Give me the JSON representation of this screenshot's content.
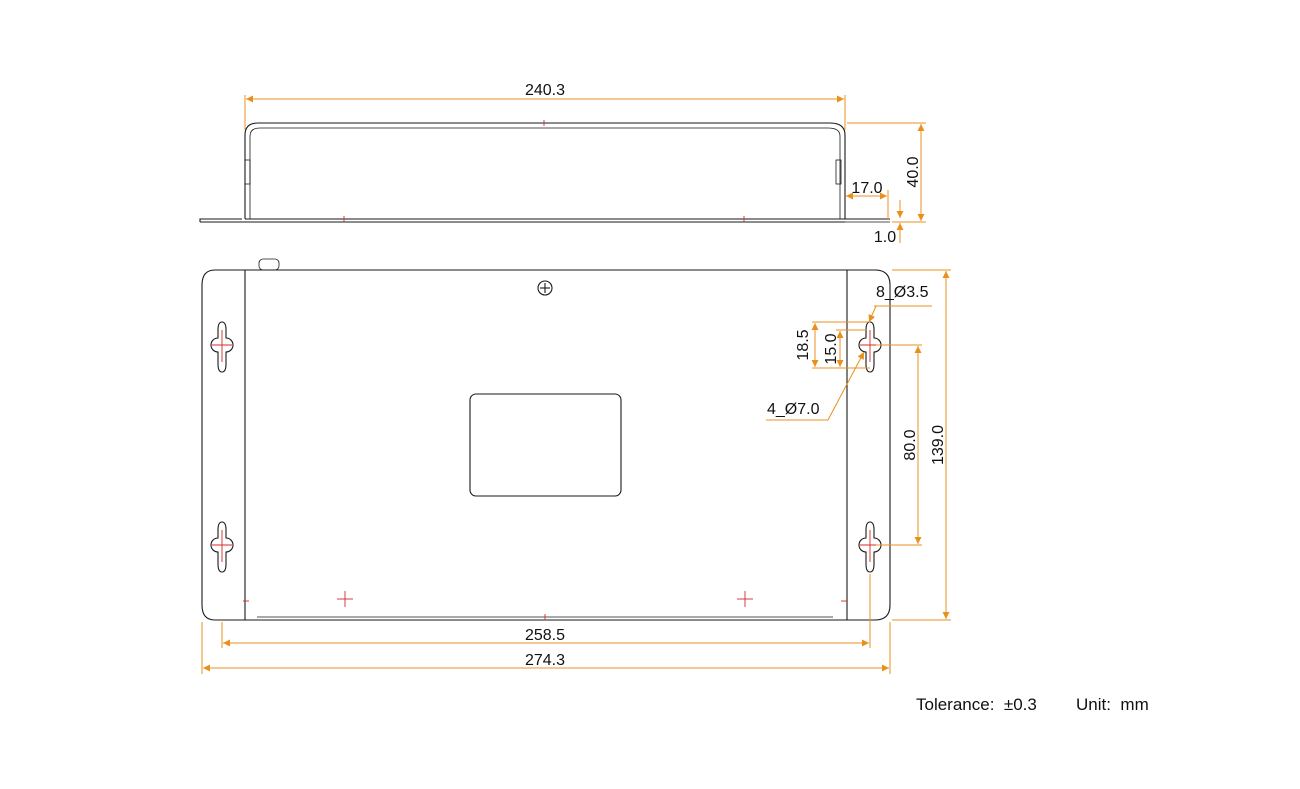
{
  "drawing": {
    "dimensions": {
      "top_length": "240.3",
      "height": "40.0",
      "flange_width": "17.0",
      "thickness": "1.0",
      "slot_hole": "8_Ø3.5",
      "slot_length": "18.5",
      "slot_center": "15.0",
      "mount_hole": "4_Ø7.0",
      "hole_spacing_v": "80.0",
      "total_height": "139.0",
      "hole_spacing_h": "258.5",
      "total_width": "274.3"
    },
    "notes": {
      "tolerance_label": "Tolerance:",
      "tolerance_value": "±0.3",
      "unit_label": "Unit:",
      "unit_value": "mm"
    }
  },
  "colors": {
    "dimension": "#e8901c",
    "outline": "#1a1a1a",
    "center_mark": "#d62a2a"
  }
}
